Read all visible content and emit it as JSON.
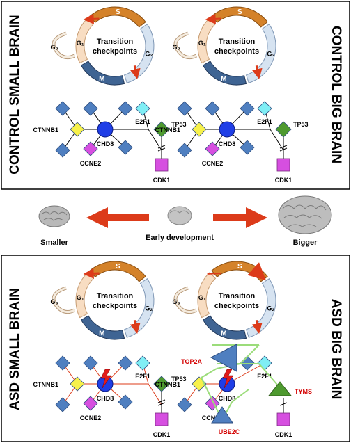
{
  "panels": {
    "control_small": {
      "side_label": "CONTROL SMALL BRAIN"
    },
    "control_big": {
      "side_label": "CONTROL BIG BRAIN"
    },
    "asd_small": {
      "side_label": "ASD SMALL BRAIN"
    },
    "asd_big": {
      "side_label": "ASD BIG BRAIN"
    }
  },
  "cycle": {
    "phases": {
      "s": "S",
      "g2": "G₂",
      "m": "M",
      "g1": "G₁",
      "g0": "G₀"
    },
    "center_line1": "Transition",
    "center_line2": "checkpoints"
  },
  "network": {
    "ctnnb1": "CTNNB1",
    "chd8": "CHD8",
    "e2f1": "E2F1",
    "tp53": "TP53",
    "ccne2": "CCNE2",
    "cdk1": "CDK1"
  },
  "asd_big_extra": {
    "top2a": "TOP2A",
    "tyms": "TYMS",
    "ube2c": "UBE2C"
  },
  "middle": {
    "smaller": "Smaller",
    "bigger": "Bigger",
    "early": "Early development"
  },
  "colors": {
    "s_phase": "#d4822a",
    "g2_phase": "#d6e3f1",
    "m_phase": "#3f6493",
    "g1_phase": "#f8ddc2",
    "diamond": "#4f7fc0",
    "hub": "#1f3ee6",
    "ctnnb1": "#f7f14a",
    "e2f1": "#80eef5",
    "tp53": "#4e9a2f",
    "ccne2": "#d64fe0",
    "cdk1": "#d64fe0",
    "arrow_red": "#dc3b1a",
    "edge_green": "#9bdc7a"
  }
}
